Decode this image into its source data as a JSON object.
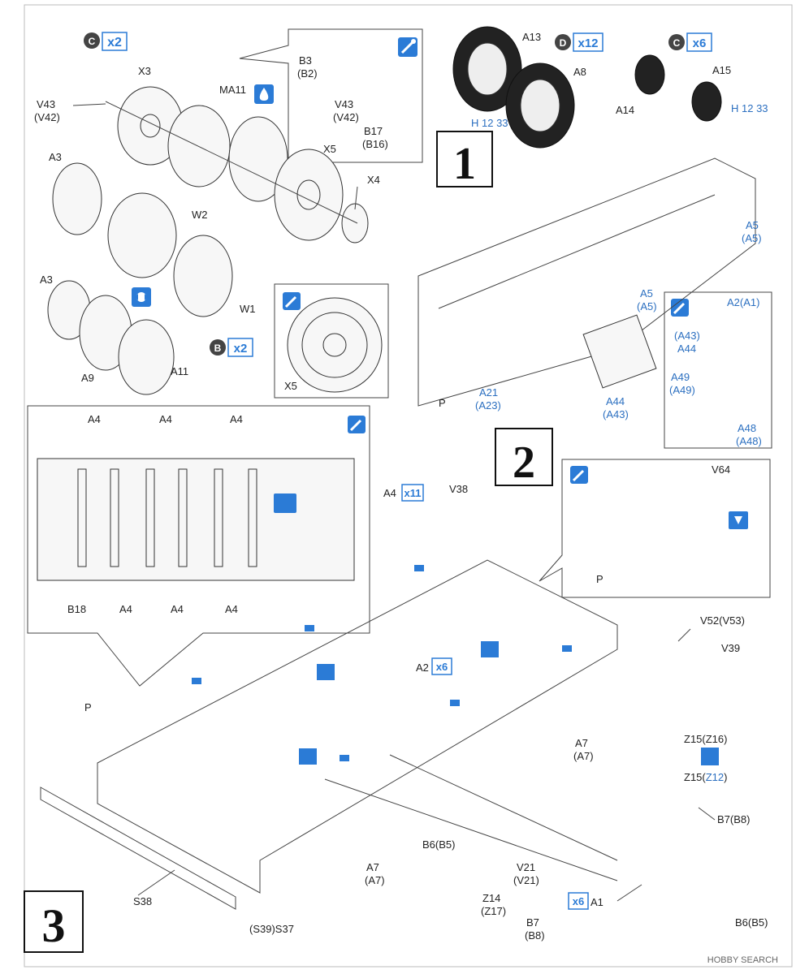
{
  "steps": {
    "s1": "1",
    "s2": "2",
    "s3": "3"
  },
  "qty": {
    "c2": "C",
    "c2x": "x2",
    "d12": "D",
    "d12x": "x12",
    "c6": "C",
    "c6x": "x6",
    "b2": "B",
    "b2x": "x2",
    "a4x11": "x11",
    "a2x6": "x6",
    "a1x6": "x6"
  },
  "labels": {
    "v43v42_top": "V43",
    "v42_top": "(V42)",
    "x3": "X3",
    "ma11": "MA11",
    "x5": "X5",
    "x4": "X4",
    "b3": "B3",
    "b2p": "(B2)",
    "v43": "V43",
    "v42": "(V42)",
    "b17": "B17",
    "b16": "(B16)",
    "a13": "A13",
    "a8": "A8",
    "a14": "A14",
    "a15": "A15",
    "h1233a": "H 12 33",
    "h1233b": "H 12 33",
    "a3a": "A3",
    "w2": "W2",
    "w1": "W1",
    "a3b": "A3",
    "a9": "A9",
    "a11": "A11",
    "x5b": "X5",
    "a5a": "A5",
    "a5ap": "(A5)",
    "a5b": "A5",
    "a5bp": "(A5)",
    "a2a1": "A2(A1)",
    "a43": "(A43)",
    "a44": "A44",
    "a49": "A49",
    "a49p": "(A49)",
    "a48": "A48",
    "a48p": "(A48)",
    "a21": "A21",
    "a23": "(A23)",
    "a44b": "A44",
    "a43b": "(A43)",
    "p1": "P",
    "a4_1": "A4",
    "a4_2": "A4",
    "a4_3": "A4",
    "b18": "B18",
    "a4_4": "A4",
    "a4_5": "A4",
    "a4_6": "A4",
    "a4top": "A4",
    "v38": "V38",
    "v64": "V64",
    "p2": "P",
    "v52": "V52(V53)",
    "v39": "V39",
    "a2": "A2",
    "p3": "P",
    "a7a": "A7",
    "a7ap": "(A7)",
    "z15a": "Z15(Z16)",
    "z15b": "Z15(",
    "z12": "Z12",
    ")": ")",
    "b7b8a": "B7(B8)",
    "b6b5a": "B6(B5)",
    "a7b": "A7",
    "a7bp": "(A7)",
    "v21": "V21",
    "v21p": "(V21)",
    "s38": "S38",
    "s39": "(S39)S37",
    "z14": "Z14",
    "z17": "(Z17)",
    "b7": "B7",
    "b8": "(B8)",
    "a1": "A1",
    "b6b5b": "B6(B5)"
  },
  "watermark": "HOBBY SEARCH",
  "colors": {
    "accent": "#2b7bd6",
    "blueText": "#2b6fc0",
    "ink": "#222222"
  }
}
